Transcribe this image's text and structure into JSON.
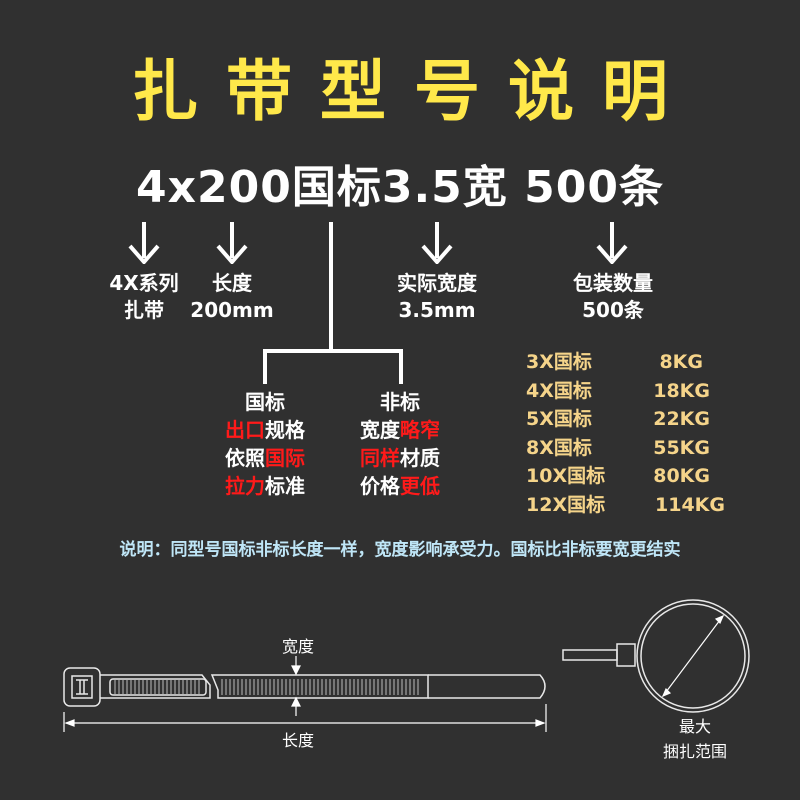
{
  "title": "扎带型号说明",
  "model_code": "4x200国标3.5宽 500条",
  "breakdown": [
    {
      "line1": "4X系列",
      "line2": "扎带"
    },
    {
      "line1": "长度",
      "line2": "200mm"
    },
    {
      "line1": "实际宽度",
      "line2": "3.5mm"
    },
    {
      "line1": "包装数量",
      "line2": "500条"
    }
  ],
  "comparison": {
    "standard": {
      "heading": "国标",
      "lines": [
        [
          {
            "text": "出口",
            "red": true
          },
          {
            "text": "规格",
            "red": false
          }
        ],
        [
          {
            "text": "依照",
            "red": false
          },
          {
            "text": "国际",
            "red": true
          }
        ],
        [
          {
            "text": "拉力",
            "red": true
          },
          {
            "text": "标准",
            "red": false
          }
        ]
      ]
    },
    "nonstandard": {
      "heading": "非标",
      "lines": [
        [
          {
            "text": "宽度",
            "red": false
          },
          {
            "text": "略窄",
            "red": true
          }
        ],
        [
          {
            "text": "同样",
            "red": true
          },
          {
            "text": "材质",
            "red": false
          }
        ],
        [
          {
            "text": "价格",
            "red": false
          },
          {
            "text": "更低",
            "red": true
          }
        ]
      ]
    }
  },
  "tensile_specs": [
    {
      "name": "3X国标",
      "value": "8KG"
    },
    {
      "name": "4X国标",
      "value": "18KG"
    },
    {
      "name": "5X国标",
      "value": "22KG"
    },
    {
      "name": "8X国标",
      "value": "55KG"
    },
    {
      "name": "10X国标",
      "value": "80KG"
    },
    {
      "name": "12X国标",
      "value": "114KG"
    }
  ],
  "note": "说明：同型号国标非标长度一样，宽度影响承受力。国标比非标要宽更结实",
  "diagram": {
    "width_label": "宽度",
    "length_label": "长度",
    "loop_label_line1": "最大",
    "loop_label_line2": "捆扎范围"
  },
  "colors": {
    "background": "#303030",
    "title": "#ffe84a",
    "spec": "#f5d48a",
    "note": "#bfe6f7",
    "highlight": "#ff1a1a"
  }
}
